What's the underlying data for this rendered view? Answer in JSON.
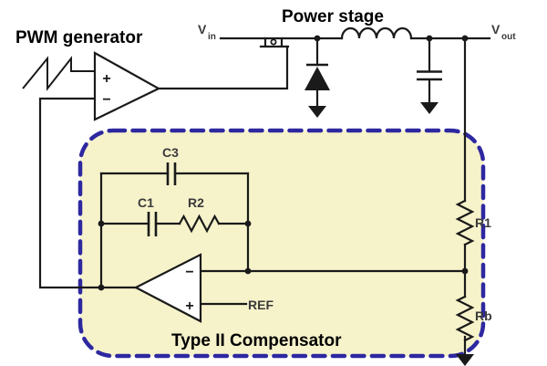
{
  "diagram": {
    "type": "circuit-schematic",
    "titles": {
      "pwm_generator": "PWM generator",
      "power_stage": "Power stage",
      "compensator": "Type II Compensator"
    },
    "signals": {
      "vin_letter": "V",
      "vin_sub": "in",
      "vout_letter": "V",
      "vout_sub": "out",
      "ref": "REF"
    },
    "components": {
      "c3": "C3",
      "c1": "C1",
      "r2": "R2",
      "r1": "R1",
      "rb": "Rb"
    },
    "opamp_signs": {
      "comparator_plus": "+",
      "comparator_minus": "−",
      "error_amp_minus": "−",
      "error_amp_plus": "+"
    },
    "colors": {
      "wire": "#1a1a1a",
      "compensator_fill": "#f6f3cb",
      "compensator_border": "#2e28a0",
      "title_text": "#000000",
      "component_text": "#3a3a3a"
    }
  }
}
